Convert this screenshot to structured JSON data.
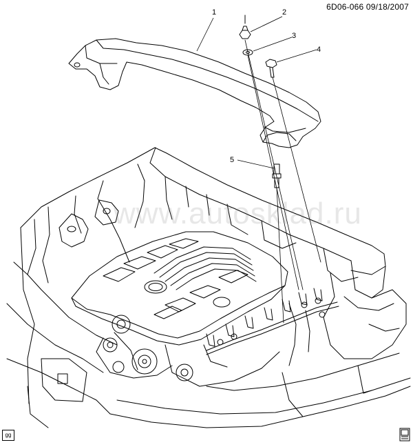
{
  "header": {
    "reference": "6D06-066  09/18/2007"
  },
  "callouts": [
    {
      "number": "1"
    },
    {
      "number": "2"
    },
    {
      "number": "3"
    },
    {
      "number": "4"
    },
    {
      "number": "5"
    }
  ],
  "watermark": {
    "text": "www.autosklad.ru"
  },
  "footer": {
    "tag": "gg"
  },
  "logo": {
    "name": "manual-logo-icon"
  }
}
